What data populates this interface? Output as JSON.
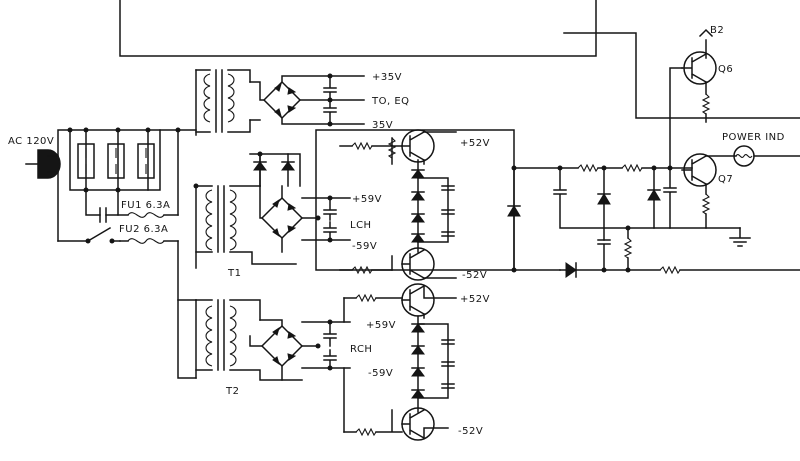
{
  "labels": {
    "ac_input": "AC 120V",
    "fuse1": "FU1 6.3A",
    "fuse2": "FU2 6.3A",
    "t1": "T1",
    "t2": "T2",
    "plus35": "+35V",
    "to_eq": "TO, EQ",
    "minus35": "35V",
    "lch_p52": "+52V",
    "lch_p59": "+59V",
    "lch": "LCH",
    "lch_m59": "-59V",
    "lch_m52": "-52V",
    "rch_p52": "+52V",
    "rch_p59": "+59V",
    "rch": "RCH",
    "rch_m59": "-59V",
    "rch_m52": "-52V",
    "b2": "B2",
    "q6": "Q6",
    "q7": "Q7",
    "power_ind": "POWER IND"
  }
}
